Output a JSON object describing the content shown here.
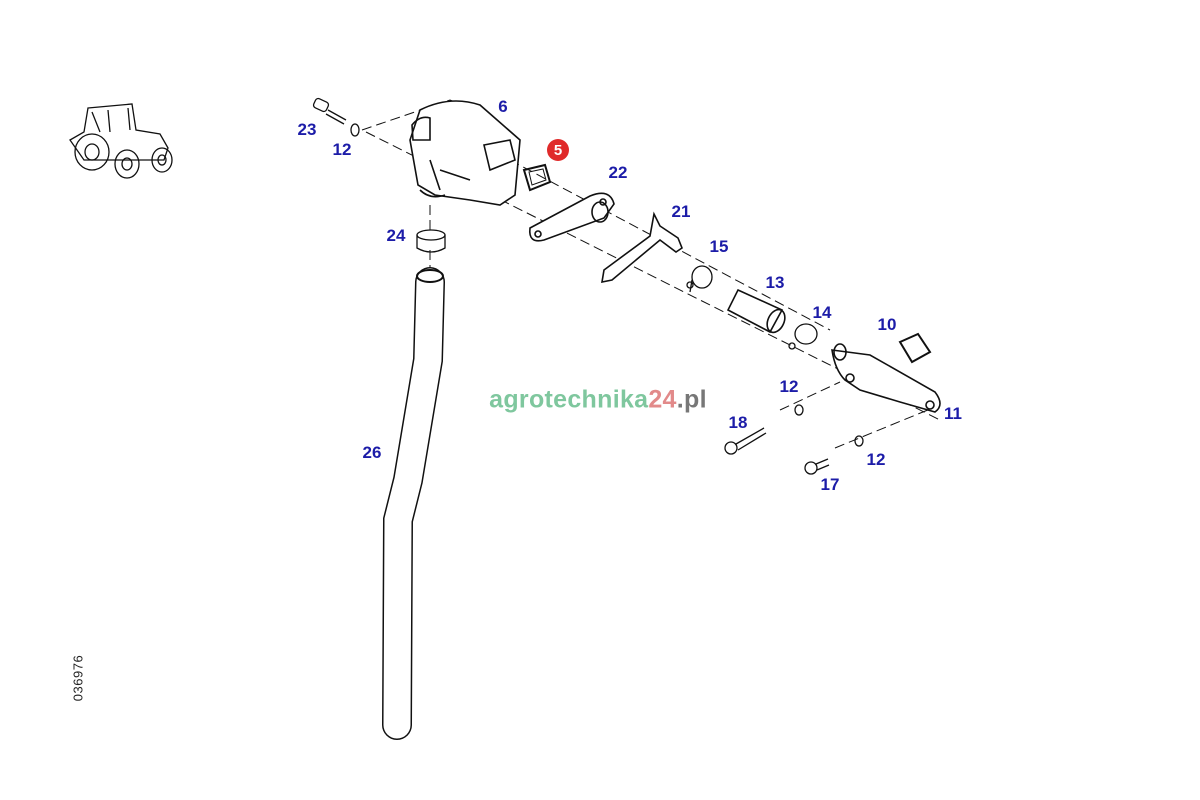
{
  "diagram": {
    "watermark": {
      "part1": "agrotechnika",
      "part2": "24",
      "part3": ".pl"
    },
    "drawing_code": "036976",
    "highlighted_part": "5",
    "labels": [
      {
        "id": "23",
        "text": "23"
      },
      {
        "id": "12a",
        "text": "12"
      },
      {
        "id": "6",
        "text": "6"
      },
      {
        "id": "22",
        "text": "22"
      },
      {
        "id": "21",
        "text": "21"
      },
      {
        "id": "24",
        "text": "24"
      },
      {
        "id": "15",
        "text": "15"
      },
      {
        "id": "13",
        "text": "13"
      },
      {
        "id": "14",
        "text": "14"
      },
      {
        "id": "10",
        "text": "10"
      },
      {
        "id": "12b",
        "text": "12"
      },
      {
        "id": "11",
        "text": "11"
      },
      {
        "id": "18",
        "text": "18"
      },
      {
        "id": "12c",
        "text": "12"
      },
      {
        "id": "17",
        "text": "17"
      },
      {
        "id": "26",
        "text": "26"
      }
    ],
    "colors": {
      "label": "#1c1ca8",
      "highlight": "#e02a2a"
    }
  }
}
